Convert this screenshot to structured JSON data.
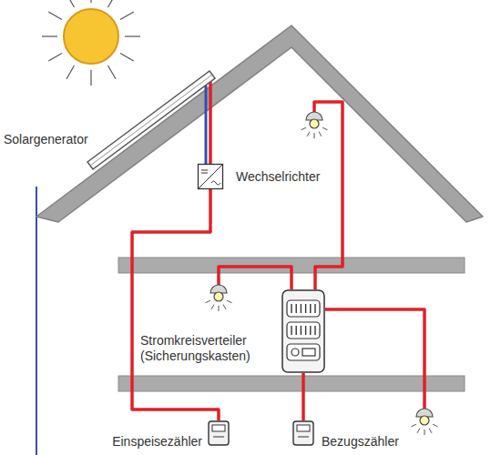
{
  "diagram": {
    "nodes": [
      {
        "text": [
          "Solargenerator"
        ]
      },
      {
        "text": [
          "Wechselrichter"
        ]
      },
      {
        "text": [
          "Stromkreisverteiler (Sicherungskasten)"
        ]
      },
      {
        "text": [
          "Einspeisezähler"
        ]
      },
      {
        "text": [
          "Bezugszähler"
        ]
      }
    ],
    "edges": [
      {
        "from": 0,
        "to": 1,
        "arrow": "none"
      },
      {
        "from": 1,
        "to": 3,
        "arrow": "none"
      },
      {
        "from": 2,
        "to": 4,
        "arrow": "none"
      }
    ]
  }
}
